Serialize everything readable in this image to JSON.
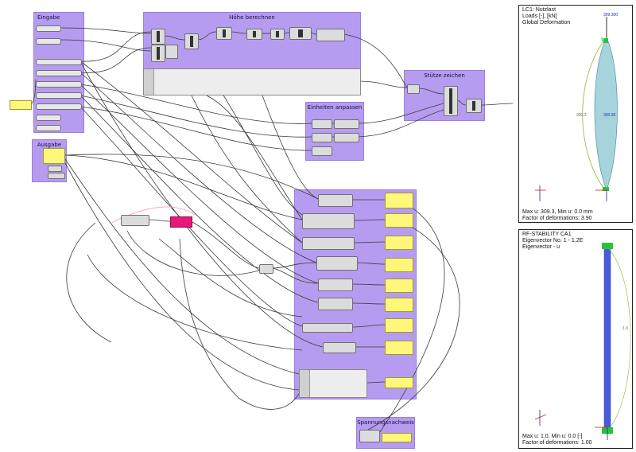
{
  "groups": {
    "eingabe": "Eingabe",
    "hoehe": "Höhe berechnen",
    "stuetze": "Stütze zeichen",
    "einheiten": "Einheiten anpassen",
    "ausgabe": "Ausgabe",
    "spannung": "Spannungsnachweis"
  },
  "viewer_top": {
    "line1": "LC1: Nutzlast",
    "line2": "Loads [-], [kN]",
    "line3": "Global Deformation",
    "value_top": "309.300",
    "value_left": "300.3",
    "value_mid": "300.30",
    "footer1": "Max u: 309.3, Min u: 0.0 mm",
    "footer2": "Factor of deformations: 3.90"
  },
  "viewer_bottom": {
    "line1": "RF-STABILITY CA1",
    "line2": "Eigenvector No. 1 - 1.2E",
    "line3": "Eigenvector - u",
    "value_right": "1.0",
    "footer1": "Max u: 1.0, Min u: 0.0 [-]",
    "footer2": "Factor of deformations: 1.00"
  },
  "colors": {
    "group": "#b69cf0",
    "panel": "#fff77a",
    "wire": "#3a3a3a",
    "column": "#4a5ad8",
    "support": "#27c43a",
    "deform_curve": "#8fb82a",
    "highlight_node": "#e8177a"
  }
}
